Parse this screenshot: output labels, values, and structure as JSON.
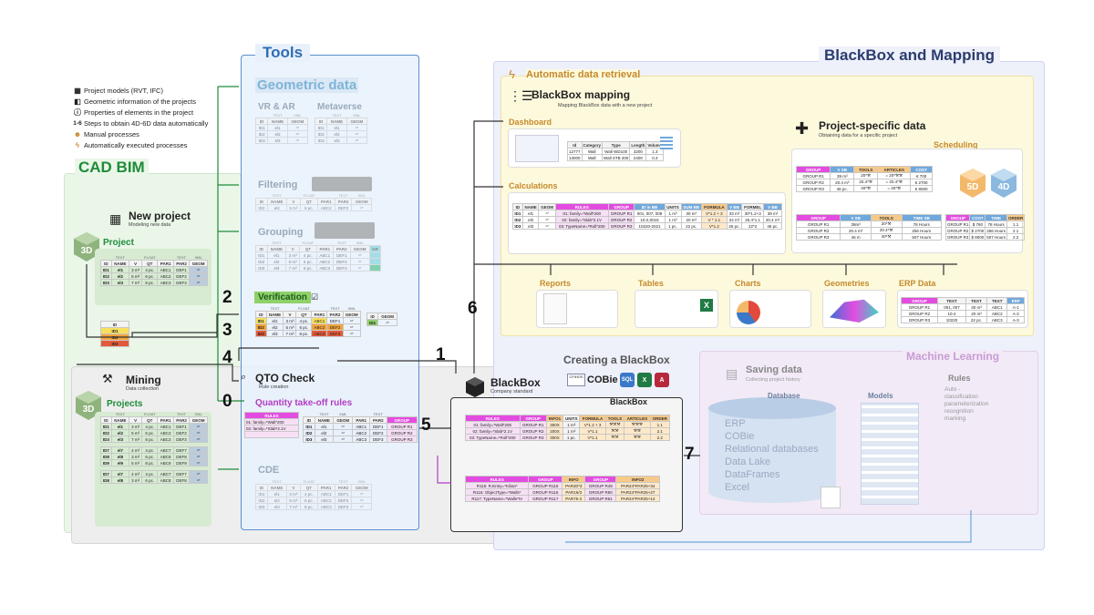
{
  "legend": [
    {
      "icon": "building-icon",
      "glyph": "▦",
      "text": "Project models (RVT, IFC)"
    },
    {
      "icon": "cube-icon",
      "glyph": "◧",
      "text": "Geometric information of the projects"
    },
    {
      "icon": "info-icon",
      "glyph": "ⓘ",
      "text": "Properties of elements in the project"
    },
    {
      "icon": "steps-icon",
      "glyph": "1-6",
      "text": "Steps to obtain 4D-6D data automatically"
    },
    {
      "icon": "people-icon",
      "glyph": "☻",
      "text": "Manual processes"
    },
    {
      "icon": "lightning-icon",
      "glyph": "ϟ",
      "text": "Automatically executed processes"
    }
  ],
  "cad_bim": {
    "title": "CAD BIM"
  },
  "new_project": {
    "title": "New project",
    "subtitle": "Modeling new data",
    "table_title": "Project"
  },
  "mining": {
    "title": "Mining",
    "subtitle": "Data collection",
    "table_title": "Projects"
  },
  "tools": {
    "title": "Tools",
    "geometric": "Geometric data",
    "vr_ar": "VR & AR",
    "metaverse": "Metaverse",
    "filtering": "Filtering",
    "grouping": "Grouping",
    "verification": "Verification",
    "qto_check": "QTO Check",
    "qto_check_sub": "Rule creation",
    "qto_rules": "Quantity take-off rules",
    "cde": "CDE"
  },
  "steps": {
    "s0": "0",
    "s1": "1",
    "s2": "2",
    "s3": "3",
    "s4": "4",
    "s5": "5",
    "s6": "6",
    "s7": "7"
  },
  "blackbox_mapping": {
    "header": "BlackBox and Mapping",
    "auto_retrieval": "Automatic data retrieval",
    "mapping_title": "BlackBox mapping",
    "mapping_sub": "Mapping BlackBox data with a new project",
    "dashboard": "Dashboard",
    "calculations": "Calculations",
    "project_specific": "Project-specific data",
    "project_specific_sub": "Obtaining data for a specific project",
    "scheduling": "Scheduling",
    "outputs": [
      "Reports",
      "Tables",
      "Charts",
      "Geometries",
      "ERP Data"
    ]
  },
  "blackbox": {
    "title": "BlackBox",
    "sub": "Company standard",
    "creating": "Creating a BlackBox",
    "formats": [
      "COBie",
      "SQL",
      "X",
      "A"
    ],
    "table_title": "BlackBox"
  },
  "ml": {
    "title": "Machine Learning",
    "saving": "Saving data",
    "saving_sub": "Collecting project history",
    "database": "Database",
    "models": "Models",
    "rules": "Rules",
    "db_items": [
      "ERP",
      "COBie",
      "Relational databases",
      "Data Lake",
      "DataFrames",
      "Excel"
    ],
    "rules_items": [
      "Auto -",
      "classification",
      "parameterization",
      "recognition",
      "marking"
    ]
  },
  "dashboard_table": {
    "header": [
      "Id",
      "Category",
      "Type",
      "Length",
      "Volume"
    ],
    "rows": [
      [
        "12777",
        "Wall",
        "Wall WD100",
        "3200",
        "1.3"
      ],
      [
        "13000",
        "Wall",
        "Wall STB 200",
        "2400",
        "0.3"
      ]
    ]
  },
  "colors": {
    "tools_bg": "#e8f1fb",
    "tools_border": "#5b8fd0",
    "green_bg": "#eaf6e8",
    "yellow_bg": "#fdf9dd",
    "bb_bg": "#f5f5f5",
    "ml_bg": "#f2eaf6",
    "mapping_bg": "#eef0fa",
    "magenta": "#e34ce0",
    "purple": "#c37ed8",
    "orange": "#f6c98a",
    "blue": "#6fa8dc"
  }
}
